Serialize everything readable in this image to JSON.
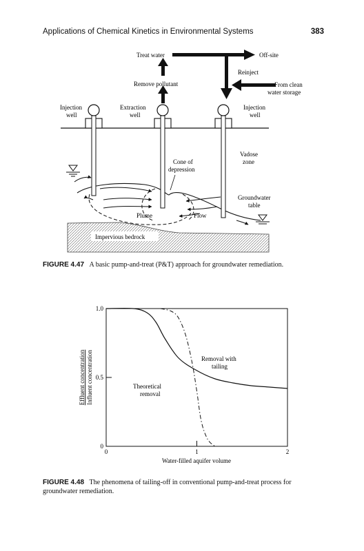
{
  "header": {
    "title": "Applications of Chemical Kinetics in Environmental Systems",
    "page": "383"
  },
  "fig1": {
    "labels": {
      "treat_water": "Treat water",
      "offsite": "Off-site",
      "reinject": "Reinject",
      "remove_pollutant": "Remove pollutant",
      "from_clean": "From clean",
      "water_storage": "water storage",
      "inj_left_1": "Injection",
      "inj_left_2": "well",
      "extraction_1": "Extraction",
      "extraction_2": "well",
      "inj_right_1": "Injection",
      "inj_right_2": "well",
      "vadose_1": "Vadose",
      "vadose_2": "zone",
      "cone_1": "Cone of",
      "cone_2": "depression",
      "gw_1": "Groundwater",
      "gw_2": "table",
      "plume": "Plume",
      "flow": "Flow",
      "bedrock": "Impervious bedrock"
    },
    "caption_num": "FIGURE 4.47",
    "caption_text": "A basic pump-and-treat (P&T) approach for groundwater remediation."
  },
  "fig2": {
    "labels": {
      "ylabel_num": "Effluent concentration",
      "ylabel_den": "Influent concentration",
      "xlabel": "Water-filled aquifer volume",
      "theoretical_1": "Theoretical",
      "theoretical_2": "removal",
      "tailing_1": "Removal with",
      "tailing_2": "tailing"
    },
    "caption_num": "FIGURE 4.48",
    "caption_text": "The phenomena of tailing-off in conventional pump-and-treat process for groundwater remediation."
  },
  "chart_data": {
    "type": "line",
    "xlabel": "Water-filled aquifer volume",
    "ylabel": "Effluent concentration / Influent concentration",
    "xlim": [
      0,
      2
    ],
    "ylim": [
      0,
      1.0
    ],
    "x_ticks": [
      "0",
      "1",
      "2"
    ],
    "y_ticks": [
      "0",
      "0.5",
      "1.0"
    ],
    "series": [
      {
        "name": "Removal with tailing",
        "style": "solid",
        "x": [
          0.0,
          0.3,
          0.45,
          0.55,
          0.65,
          0.8,
          1.0,
          1.2,
          1.4,
          1.6,
          1.8,
          2.0
        ],
        "y": [
          1.0,
          1.0,
          0.97,
          0.9,
          0.78,
          0.64,
          0.55,
          0.49,
          0.46,
          0.44,
          0.43,
          0.42
        ]
      },
      {
        "name": "Theoretical removal",
        "style": "dash-dot",
        "x": [
          0.6,
          0.72,
          0.8,
          0.88,
          0.95,
          1.0,
          1.05,
          1.12,
          1.2
        ],
        "y": [
          1.0,
          0.98,
          0.93,
          0.8,
          0.6,
          0.4,
          0.18,
          0.05,
          0.0
        ]
      }
    ]
  }
}
